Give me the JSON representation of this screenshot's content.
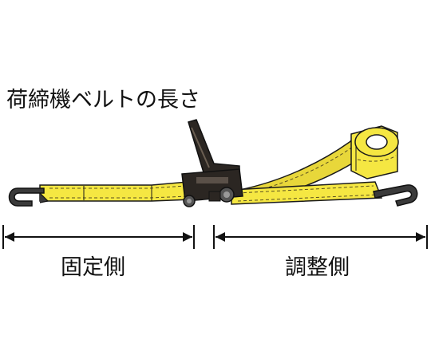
{
  "diagram": {
    "title": "荷締機ベルトの長さ",
    "labels": {
      "fixed_side": "固定側",
      "adjust_side": "調整側"
    },
    "colors": {
      "belt": "#f5e742",
      "belt_shadow": "#d9c832",
      "buckle": "#2b2622",
      "hook": "#2e2e2e",
      "outline": "#1a1a1a",
      "arrow": "#111111"
    }
  }
}
